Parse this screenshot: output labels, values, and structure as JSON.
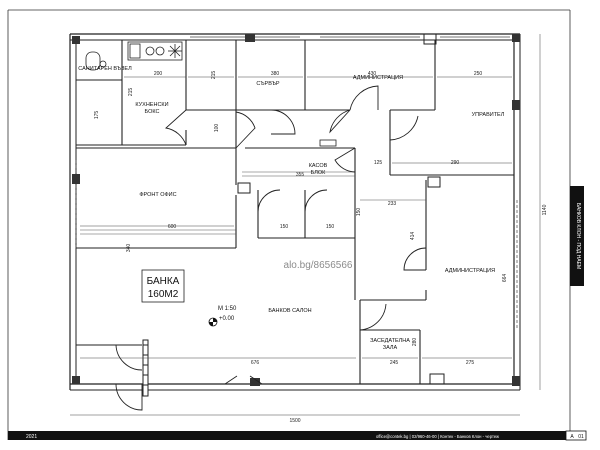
{
  "rooms": {
    "wc": "САНИТАРЕН ВЪЗЕЛ",
    "kitchen_1": "КУХНЕНСКИ",
    "kitchen_2": "БОКС",
    "server": "СЪРВЪР",
    "admin_top": "АДМИНИСТРАЦИЯ",
    "manager": "УПРАВИТЕЛ",
    "cash_1": "КАСОВ",
    "cash_2": "БЛОК",
    "front_office": "ФРОНТ ОФИС",
    "hall": "БАНКОВ САЛОН",
    "admin_right": "АДМИНИСТРАЦИЯ",
    "meeting_1": "ЗАСЕДАТЕЛНА",
    "meeting_2": "ЗАЛА"
  },
  "bank_label": {
    "line1": "БАНКА",
    "line2": "160М2"
  },
  "scale": {
    "text": "М 1:50",
    "level": "+0.00"
  },
  "dimensions": {
    "d200": "200",
    "d215": "215",
    "d380": "380",
    "d430": "430",
    "d250": "250",
    "d215v": "215",
    "d175": "175",
    "d100": "100",
    "d125": "125",
    "d290": "290",
    "d355": "355",
    "d150v": "150",
    "d233": "233",
    "d150a": "150",
    "d150b": "150",
    "d600": "600",
    "d414": "414",
    "d664": "664",
    "d340": "340",
    "d676": "676",
    "d245": "245",
    "d275": "275",
    "d280": "280",
    "d1140": "1140",
    "d1500": "1500"
  },
  "watermark": "alo.bg/8656566",
  "side_label": "БАНКОВ КЛОН - ПОД НАЕМ",
  "footer": {
    "year": "2021",
    "contact": "office@contek.bg | 02/960-46-00 | Контек - Банков Клон - чертеж",
    "sheet_letter": "A",
    "sheet_number": "01"
  }
}
